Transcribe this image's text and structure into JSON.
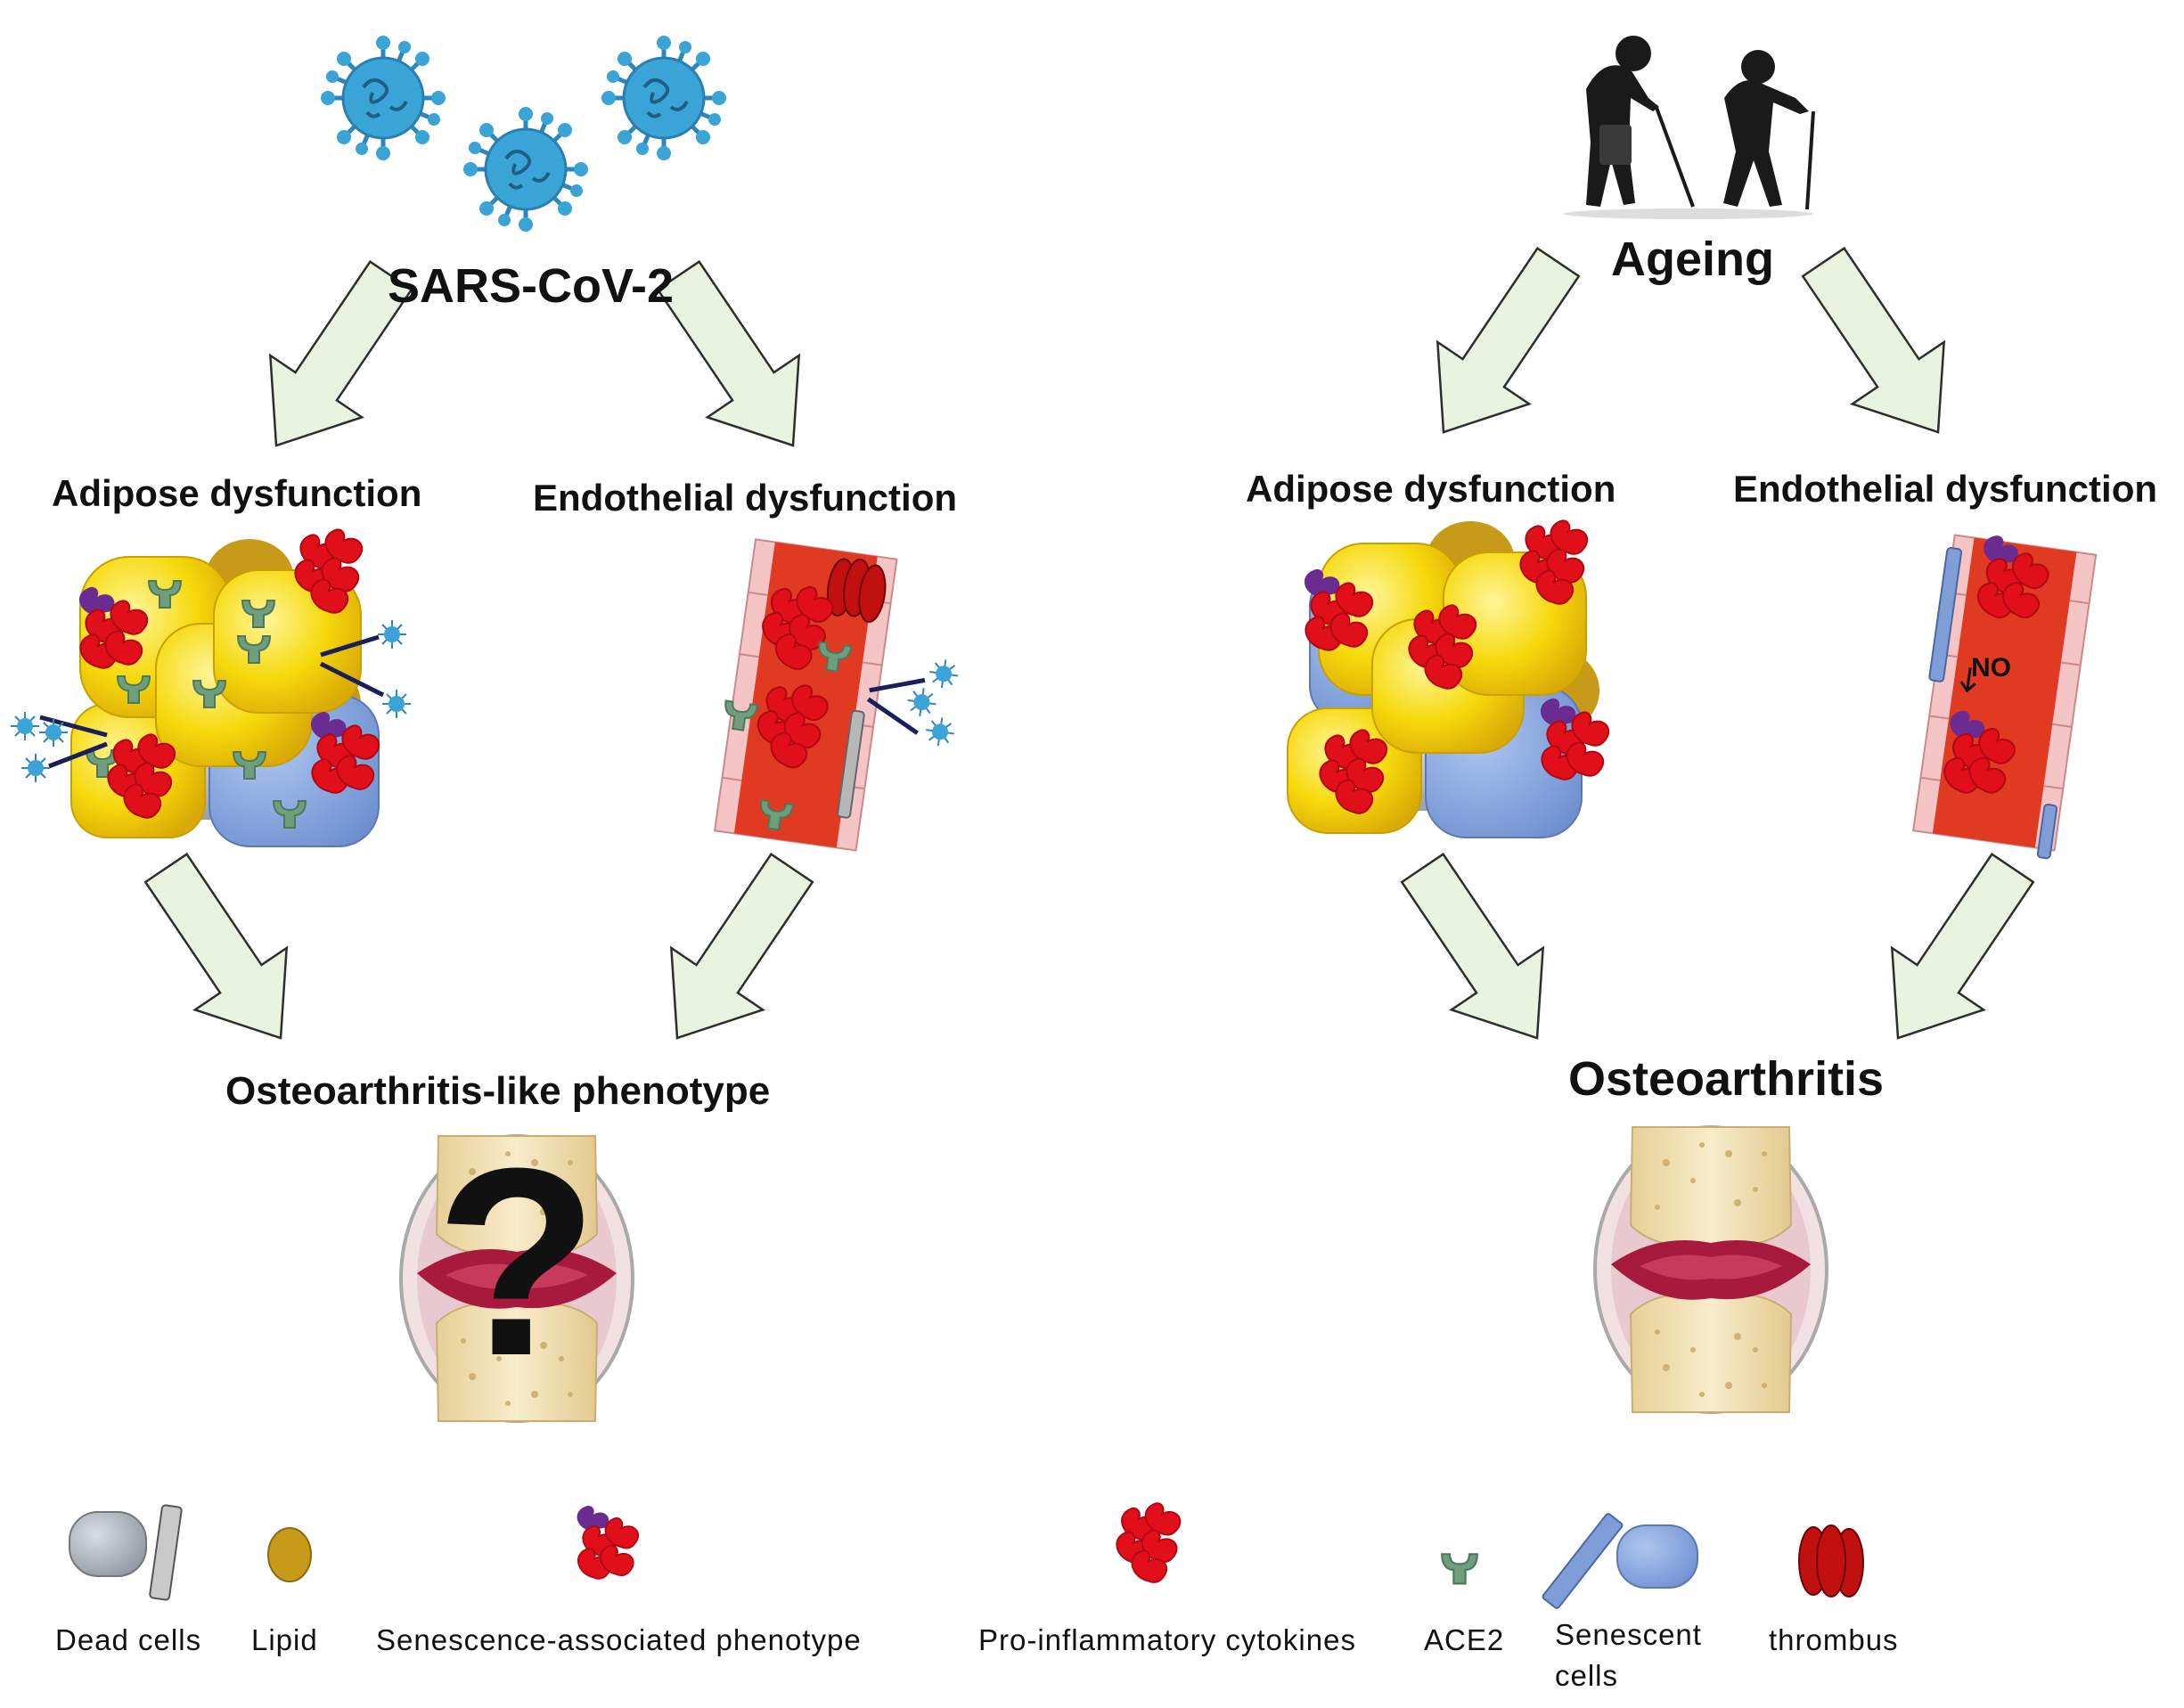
{
  "left_panel": {
    "cause": "SARS-CoV-2",
    "branch_left": "Adipose dysfunction",
    "branch_right": "Endothelial dysfunction",
    "outcome": "Osteoarthritis-like phenotype"
  },
  "right_panel": {
    "cause": "Ageing",
    "branch_left": "Adipose dysfunction",
    "branch_right": "Endothelial dysfunction",
    "outcome": "Osteoarthritis",
    "no_marker": "NO"
  },
  "legend": [
    {
      "label": "Dead cells",
      "icon": "dead-cells-icon"
    },
    {
      "label": "Lipid",
      "icon": "lipid-icon"
    },
    {
      "label": "Senescence-associated phenotype",
      "icon": "senescence-phenotype-icon"
    },
    {
      "label": "Pro-inflammatory cytokines",
      "icon": "cytokine-cluster-icon"
    },
    {
      "label": "ACE2",
      "icon": "ace2-receptor-icon"
    },
    {
      "label": "Senescent cells",
      "icon": "senescent-cells-icon"
    },
    {
      "label": "thrombus",
      "icon": "thrombus-icon"
    }
  ],
  "colors": {
    "arrow_fill": "#eaf3df",
    "arrow_stroke": "#2e2e2e",
    "virus": "#3aa4d6",
    "adipocyte": "#f4d20a",
    "senescent": "#7f9ed8",
    "cytokine": "#e10f1a",
    "senescence_purple": "#6a2c91",
    "ace2": "#6f9e7c",
    "vessel": "#e03a22",
    "thrombus": "#c0100f",
    "bone": "#f3e2b6",
    "cartilage_inflamed": "#a8193e"
  }
}
